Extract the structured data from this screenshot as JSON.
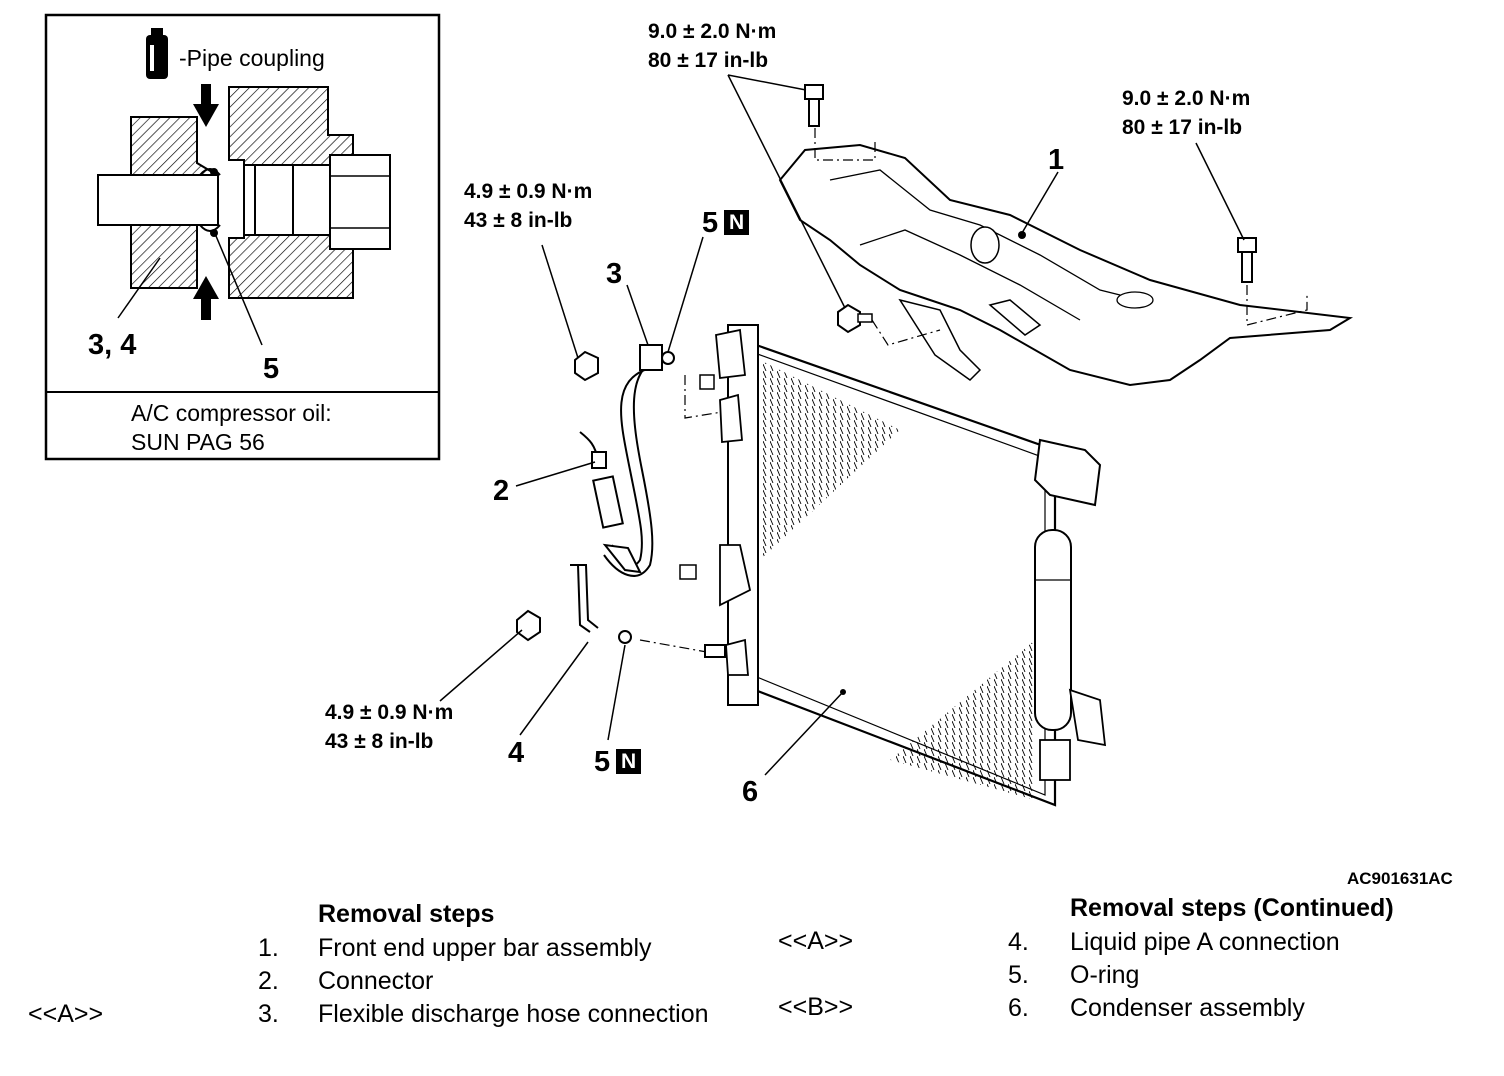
{
  "inset": {
    "pipe_coupling_label": "-Pipe coupling",
    "callout_34": "3, 4",
    "callout_5": "5",
    "oil_line1": "A/C compressor oil:",
    "oil_line2": "SUN PAG 56"
  },
  "torques": {
    "top": {
      "line1": "9.0 ± 2.0 N·m",
      "line2": "80 ± 17 in-lb"
    },
    "right": {
      "line1": "9.0 ± 2.0 N·m",
      "line2": "80 ± 17 in-lb"
    },
    "mid": {
      "line1": "4.9 ± 0.9 N·m",
      "line2": "43 ± 8 in-lb"
    },
    "bottom": {
      "line1": "4.9 ± 0.9 N·m",
      "line2": "43 ± 8 in-lb"
    }
  },
  "callouts": {
    "c1": "1",
    "c2": "2",
    "c3": "3",
    "c4": "4",
    "c5_top": "5",
    "c5_bottom": "5",
    "c6": "6",
    "n_badge": "N"
  },
  "figure_code": "AC901631AC",
  "removal": {
    "left": {
      "heading": "Removal steps",
      "steps": [
        {
          "tag": "",
          "num": "1.",
          "text": "Front end upper bar assembly"
        },
        {
          "tag": "",
          "num": "2.",
          "text": "Connector"
        },
        {
          "tag": "<<A>>",
          "num": "3.",
          "text": "Flexible discharge hose connection"
        }
      ]
    },
    "right": {
      "heading": "Removal steps (Continued)",
      "steps": [
        {
          "tag": "<<A>>",
          "num": "4.",
          "text": "Liquid pipe A connection"
        },
        {
          "tag": "",
          "num": "5.",
          "text": "O-ring"
        },
        {
          "tag": "<<B>>",
          "num": "6.",
          "text": "Condenser assembly"
        }
      ]
    }
  }
}
